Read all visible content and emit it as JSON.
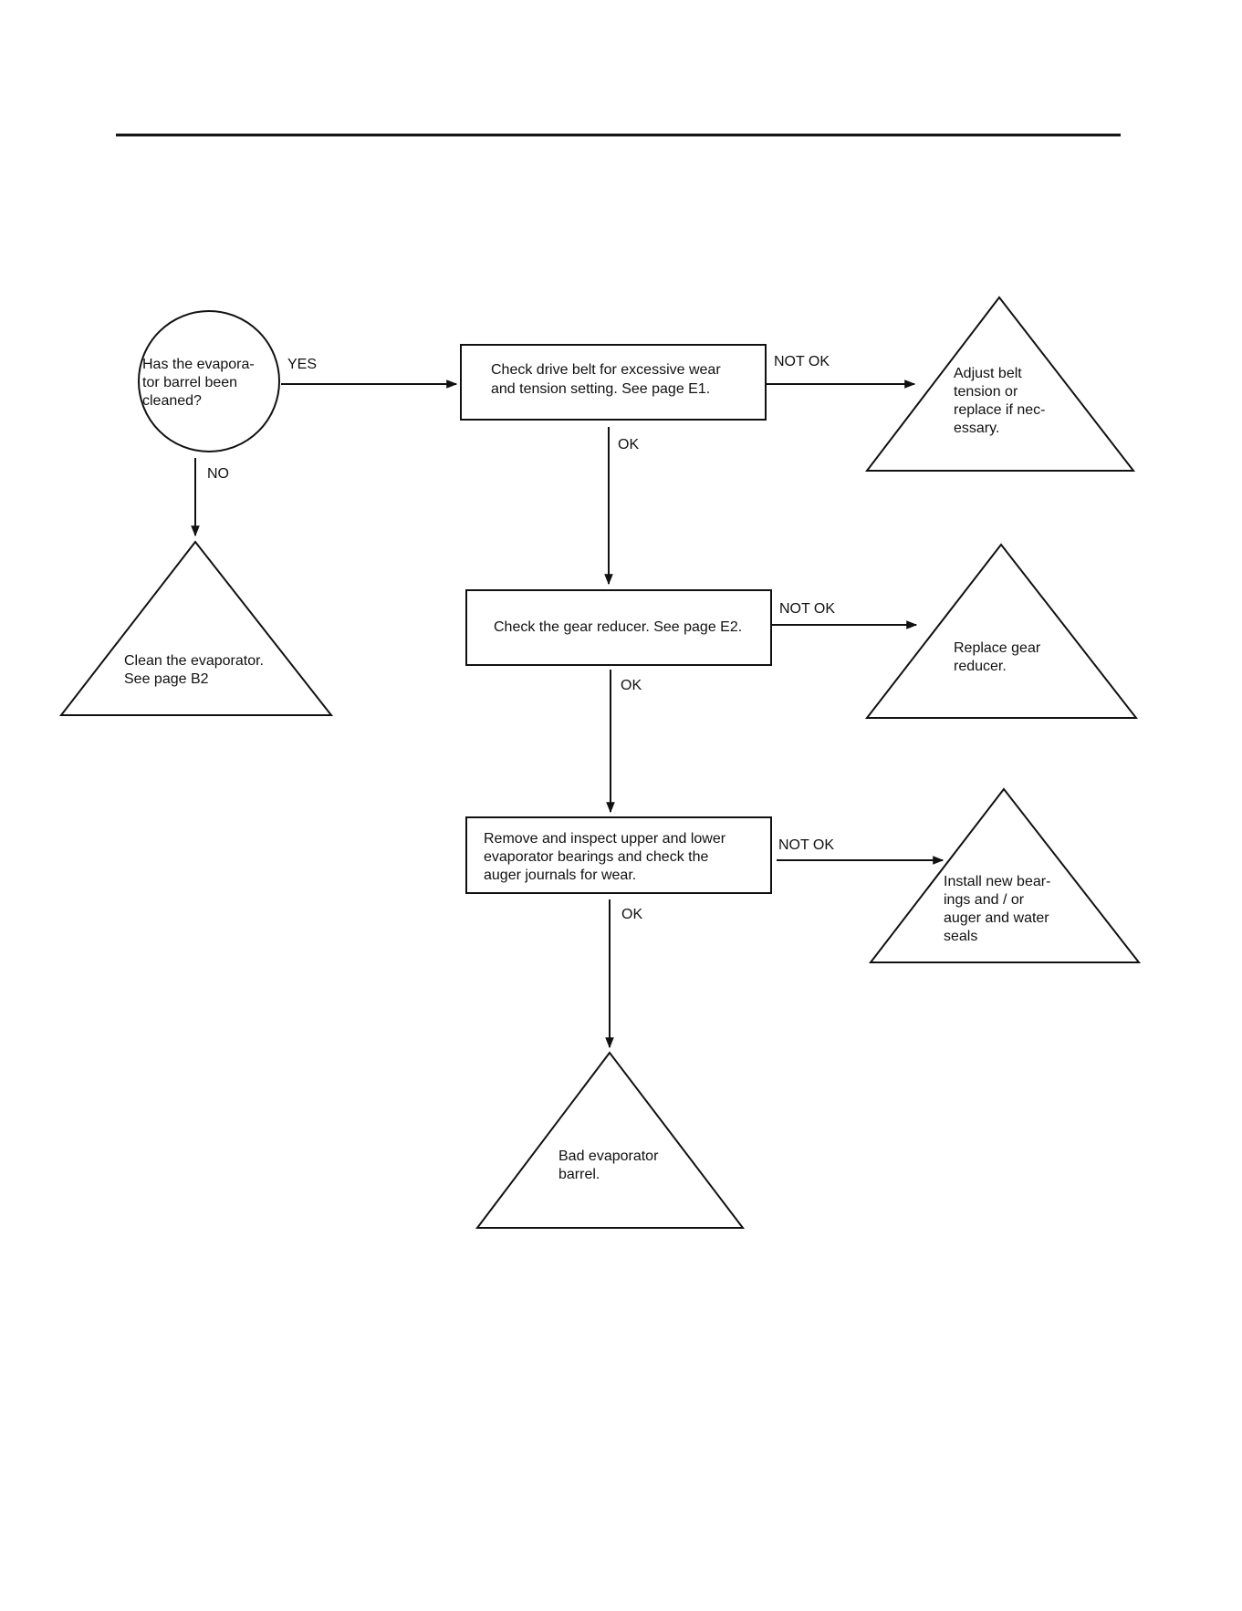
{
  "nodes": {
    "question_cleaned": {
      "shape": "circle",
      "lines": [
        "Has the evapora-",
        "tor barrel been",
        "cleaned?"
      ]
    },
    "clean_evaporator": {
      "shape": "triangle",
      "lines": [
        "Clean the evaporator.",
        "See page B2"
      ]
    },
    "check_drive_belt": {
      "shape": "rectangle",
      "lines": [
        "Check drive belt for excessive wear",
        "and tension setting. See page E1."
      ]
    },
    "adjust_belt": {
      "shape": "triangle",
      "lines": [
        "Adjust belt",
        "tension or",
        "replace if nec-",
        "essary."
      ]
    },
    "check_gear_reducer": {
      "shape": "rectangle",
      "lines": [
        "Check the gear reducer. See page E2."
      ]
    },
    "replace_gear_reducer": {
      "shape": "triangle",
      "lines": [
        "Replace gear",
        "reducer."
      ]
    },
    "inspect_bearings": {
      "shape": "rectangle",
      "lines": [
        "Remove and inspect upper and lower",
        "evaporator bearings and check the",
        "auger journals for wear."
      ]
    },
    "install_new_bearings": {
      "shape": "triangle",
      "lines": [
        "Install new bear-",
        "ings and / or",
        "auger and water",
        "seals"
      ]
    },
    "bad_evaporator_barrel": {
      "shape": "triangle",
      "lines": [
        "Bad evaporator",
        "barrel."
      ]
    }
  },
  "edges": [
    {
      "from": "question_cleaned",
      "to": "check_drive_belt",
      "label": "YES"
    },
    {
      "from": "question_cleaned",
      "to": "clean_evaporator",
      "label": "NO"
    },
    {
      "from": "check_drive_belt",
      "to": "adjust_belt",
      "label": "NOT OK"
    },
    {
      "from": "check_drive_belt",
      "to": "check_gear_reducer",
      "label": "OK"
    },
    {
      "from": "check_gear_reducer",
      "to": "replace_gear_reducer",
      "label": "NOT OK"
    },
    {
      "from": "check_gear_reducer",
      "to": "inspect_bearings",
      "label": "OK"
    },
    {
      "from": "inspect_bearings",
      "to": "install_new_bearings",
      "label": "NOT OK"
    },
    {
      "from": "inspect_bearings",
      "to": "bad_evaporator_barrel",
      "label": "OK"
    }
  ]
}
